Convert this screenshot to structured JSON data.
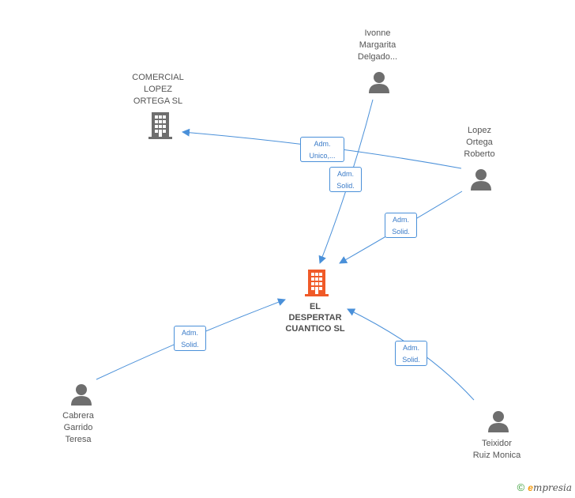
{
  "colors": {
    "edge": "#4a90d9",
    "person": "#6e6e6e",
    "company": "#6e6e6e",
    "focus_company": "#f05a28"
  },
  "nodes": {
    "comercial": {
      "lines": [
        "COMERCIAL",
        "LOPEZ",
        "ORTEGA SL"
      ]
    },
    "ivonne": {
      "lines": [
        "Ivonne",
        "Margarita",
        "Delgado..."
      ]
    },
    "lopez": {
      "lines": [
        "Lopez",
        "Ortega",
        "Roberto"
      ]
    },
    "center": {
      "lines": [
        "EL",
        "DESPERTAR",
        "CUANTICO SL"
      ]
    },
    "cabrera": {
      "lines": [
        "Cabrera",
        "Garrido",
        "Teresa"
      ]
    },
    "teixidor": {
      "lines": [
        "Teixidor",
        "Ruiz Monica"
      ]
    }
  },
  "badges": [
    {
      "line1": "Adm.",
      "line2": "Unico,..."
    },
    {
      "line1": "Adm.",
      "line2": "Solid."
    },
    {
      "line1": "Adm.",
      "line2": "Solid."
    },
    {
      "line1": "Adm.",
      "line2": "Solid."
    },
    {
      "line1": "Adm.",
      "line2": "Solid."
    }
  ],
  "footer": {
    "copyright": "©",
    "brand_initial": "e",
    "brand_rest": "mpresia"
  }
}
